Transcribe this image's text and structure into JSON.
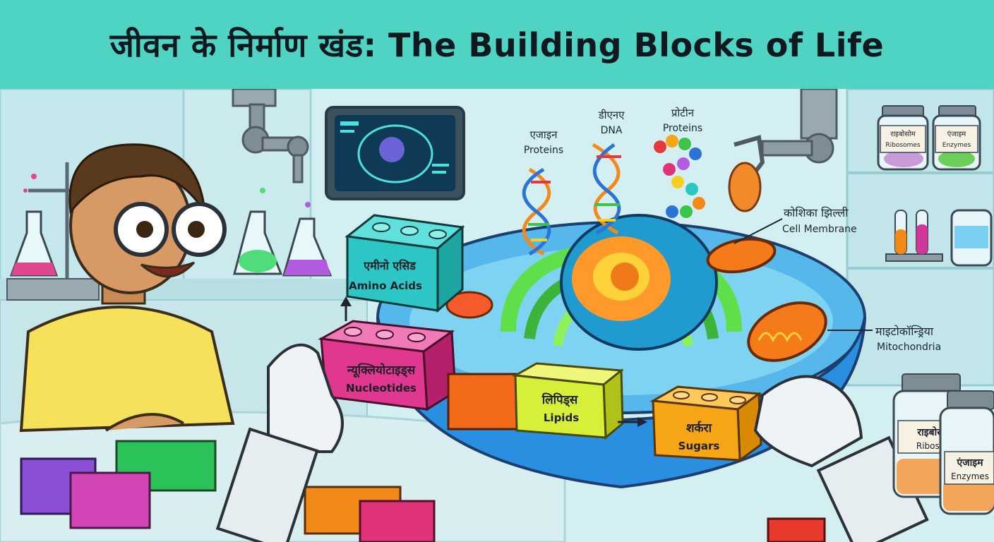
{
  "title": "जीवन के निर्माण खंड: The Building Blocks of Life",
  "labels": {
    "enzyme_hi": "एजाइन",
    "enzyme_en": "Proteins",
    "dna_hi": "डीएनए",
    "dna_en": "DNA",
    "protein_hi": "प्रोटीन",
    "protein_en": "Proteins",
    "membrane_hi": "कोशिका झिल्ली",
    "membrane_en": "Cell Membrane",
    "mito_hi": "माइटोकॉन्ड्रिया",
    "mito_en": "Mitochondria"
  },
  "blocks": {
    "amino_hi": "एमीनो एसिड",
    "amino_en": "Amino Acids",
    "nucleo_hi": "न्यूक्लियोटाइड्स",
    "nucleo_en": "Nucleotides",
    "lipids_hi": "लिपिड्स",
    "lipids_en": "Lipids",
    "sugars_hi": "शर्करा",
    "sugars_en": "Sugars"
  },
  "jars": {
    "ribo_hi": "राइबोसोम",
    "ribo_en": "Ribosomes",
    "enz_hi": "एंजाइम",
    "enz_en": "Enzymes",
    "ribo2_hi": "राइबोस",
    "ribo2_en": "Riboso",
    "enz2_hi": "एंजाइम",
    "enz2_en": "Enzymes"
  },
  "colors": {
    "banner": "#4fd3c2",
    "amino": "#2cc7c4",
    "nucleo": "#e0378f",
    "lipids": "#d8ef3a",
    "sugars": "#f6a516",
    "cell": "#2a8fe0"
  }
}
